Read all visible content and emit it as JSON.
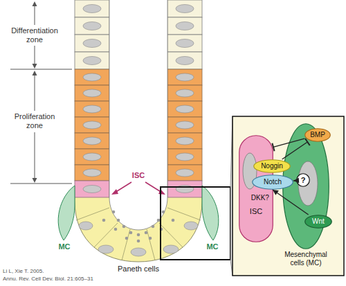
{
  "diagram": {
    "nodes": [
      {
        "text": [
          "ISC"
        ]
      },
      {
        "text": [
          "Mesenchymal cells (MC)"
        ]
      },
      {
        "text": [
          "BMP"
        ]
      },
      {
        "text": [
          "Noggin"
        ]
      },
      {
        "text": [
          "Notch"
        ]
      },
      {
        "text": [
          "?"
        ],
        "in": 1
      },
      {
        "text": [
          "Wnt"
        ]
      }
    ],
    "edges": [
      {
        "from": 2,
        "to": 0,
        "arrow": "to"
      },
      {
        "from": 3,
        "to": 2,
        "arrow": "to"
      },
      {
        "from": 5,
        "to": 4,
        "arrow": "to"
      },
      {
        "from": 6,
        "to": 4,
        "arrow": "to",
        "label": "DKK?"
      }
    ],
    "labels": [
      "Differentiation zone",
      "Proliferation zone",
      "ISC",
      "MC",
      "MC",
      "Paneth cells",
      "Li L, Xie T. 2005.",
      "Annu. Rev. Cell Dev. Biol. 21:605–31"
    ]
  }
}
